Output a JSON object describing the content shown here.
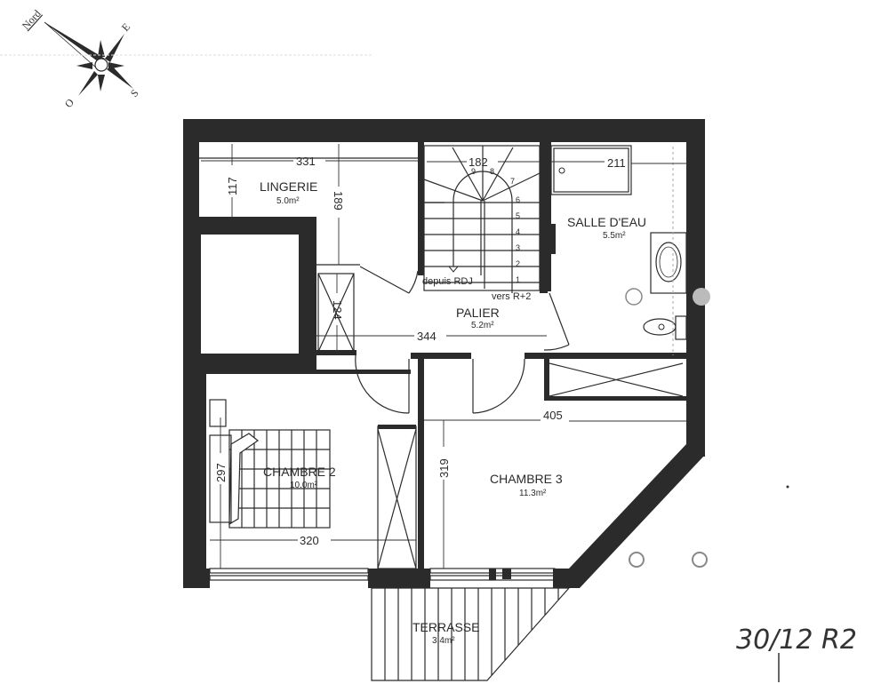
{
  "compass": {
    "north_label": "Nord",
    "east_label": "E",
    "south_label": "S",
    "west_label": "O"
  },
  "rooms": {
    "lingerie": {
      "name": "LINGERIE",
      "area": "5.0m²"
    },
    "salle_deau": {
      "name": "SALLE D'EAU",
      "area": "5.5m²"
    },
    "palier": {
      "name": "PALIER",
      "area": "5.2m²"
    },
    "chambre2": {
      "name": "CHAMBRE 2",
      "area": "10.0m²"
    },
    "chambre3": {
      "name": "CHAMBRE 3",
      "area": "11.3m²"
    },
    "terrasse": {
      "name": "TERRASSE",
      "area": "3.4m²"
    }
  },
  "dimensions": {
    "lingerie_width": "331",
    "lingerie_height_left": "117",
    "lingerie_height_right": "189",
    "stair_width": "182",
    "salle_deau_width": "211",
    "closet_height": "124",
    "palier_width": "344",
    "chambre3_width": "405",
    "chambre3_height": "319",
    "chambre2_width": "320",
    "chambre2_height": "297"
  },
  "stairs": {
    "from_label": "depuis RDJ",
    "to_label": "vers R+2",
    "steps": [
      "1",
      "2",
      "3",
      "4",
      "5",
      "6",
      "7",
      "8",
      "9"
    ]
  },
  "annotation": {
    "handwritten_date": "30/12 R2"
  }
}
